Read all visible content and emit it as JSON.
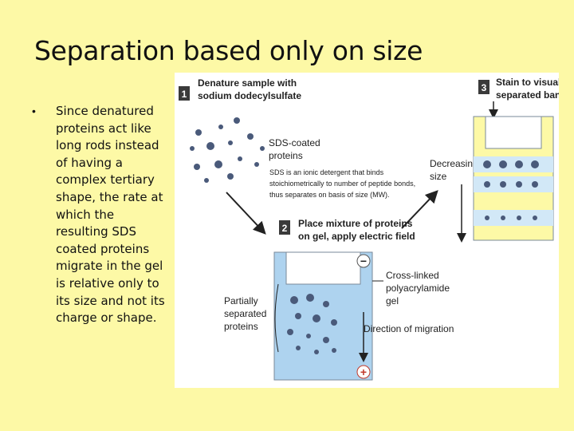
{
  "slide": {
    "title": "Separation based only on size",
    "bullet": "Since denatured proteins act like long rods instead of having a complex tertiary shape, the rate at which the resulting SDS coated proteins migrate in the gel is relative only to its size and not its charge or shape."
  },
  "figure": {
    "step1": {
      "number": "1",
      "line1": "Denature sample with",
      "line2": "sodium dodecylsulfate"
    },
    "sds_coated": {
      "line1": "SDS-coated",
      "line2": "proteins"
    },
    "sds_note": {
      "line1": "SDS is an ionic detergent that binds",
      "line2": "stoichiometrically to number of peptide bonds,",
      "line3": "thus separates on basis of size (MW)."
    },
    "step2": {
      "number": "2",
      "line1": "Place mixture of proteins",
      "line2": "on gel, apply electric field"
    },
    "step3": {
      "number": "3",
      "line1": "Stain to visualize",
      "line2": "separated bands"
    },
    "decreasing_size": {
      "line1": "Decreasing",
      "line2": "size"
    },
    "crosslinked": {
      "line1": "Cross-linked",
      "line2": "polyacrylamide",
      "line3": "gel"
    },
    "partially": {
      "line1": "Partially",
      "line2": "separated",
      "line3": "proteins"
    },
    "direction": "Direction of migration",
    "minus_sign": "−",
    "plus_sign": "+"
  },
  "colors": {
    "background": "#fdf9a6",
    "gel_blue": "#aed3ef",
    "band_blue": "#d2e8f7",
    "step_badge": "#3a3a3a",
    "electrode_red": "#c0392b"
  }
}
